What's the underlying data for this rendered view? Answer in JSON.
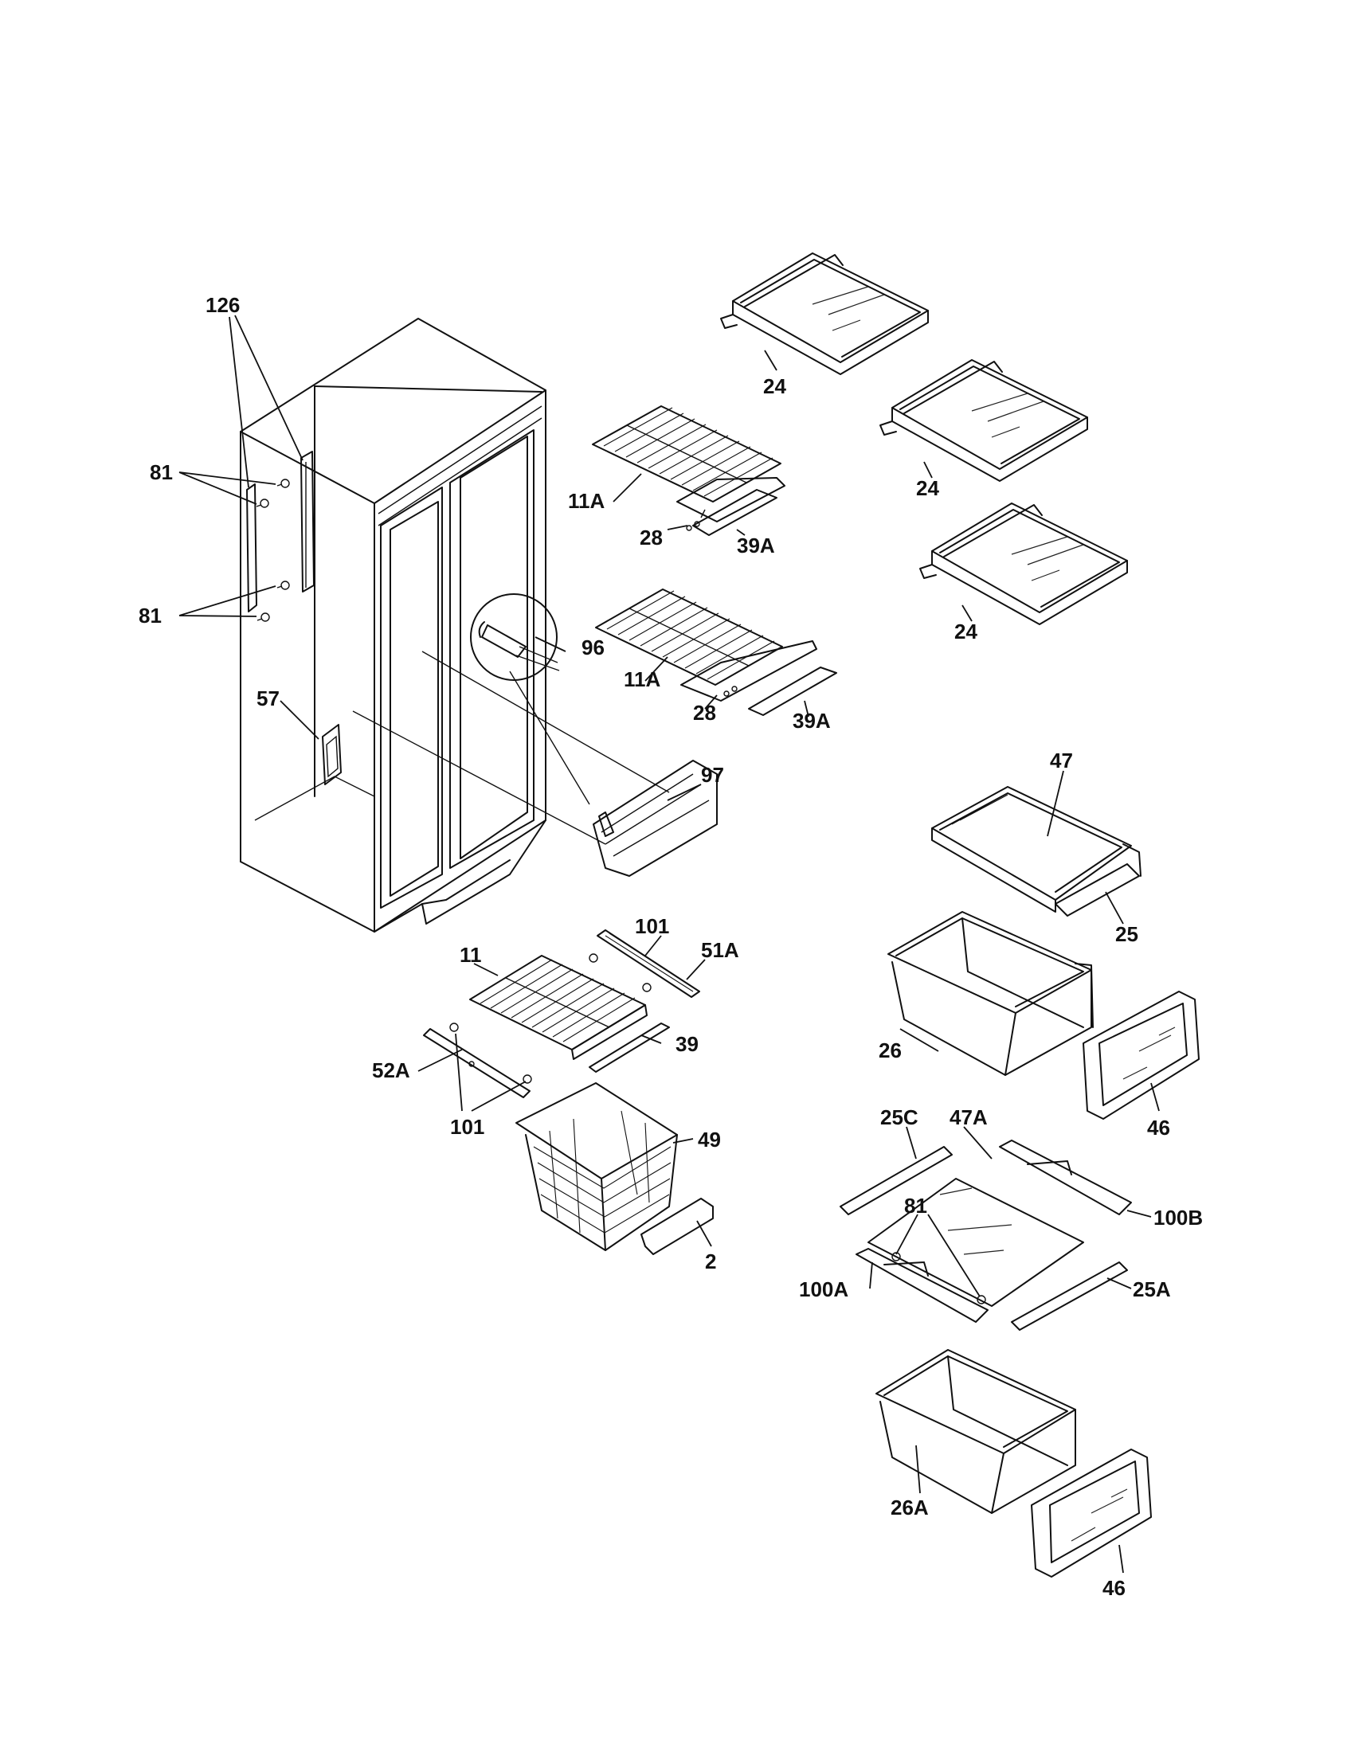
{
  "labels": {
    "l126": "126",
    "l81a": "81",
    "l81b": "81",
    "l57": "57",
    "l96": "96",
    "l97": "97",
    "l11a1": "11A",
    "l28a": "28",
    "l39a1": "39A",
    "l11a2": "11A",
    "l28b": "28",
    "l39a2": "39A",
    "l24a": "24",
    "l24b": "24",
    "l24c": "24",
    "l47": "47",
    "l25": "25",
    "l101a": "101",
    "l51a": "51A",
    "l11": "11",
    "l39": "39",
    "l52a": "52A",
    "l101b": "101",
    "l49": "49",
    "l2": "2",
    "l26": "26",
    "l46a": "46",
    "l25c": "25C",
    "l47a": "47A",
    "l81c": "81",
    "l100b": "100B",
    "l100a": "100A",
    "l25a": "25A",
    "l26a": "26A",
    "l46b": "46"
  }
}
